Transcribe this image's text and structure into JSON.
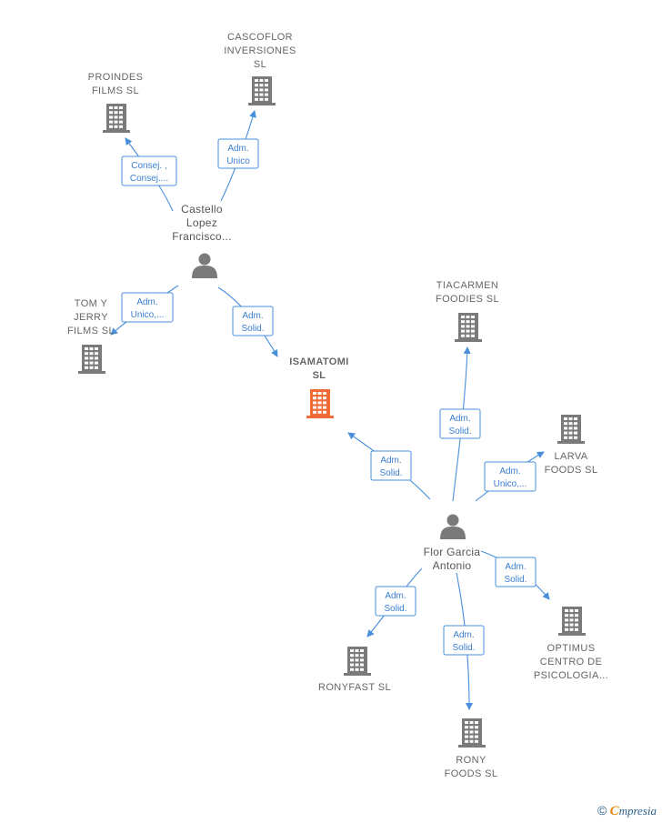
{
  "colors": {
    "company": "#7a7a7a",
    "focus_company": "#f06a35",
    "person": "#7a7a7a",
    "edge": "#4a8fdb",
    "label": "#666666"
  },
  "companies": [
    {
      "id": "isamatomi",
      "lines": [
        "ISAMATOMI",
        "SL"
      ],
      "focus": true
    },
    {
      "id": "proindes",
      "lines": [
        "PROINDES",
        "FILMS SL"
      ],
      "focus": false
    },
    {
      "id": "cascoflor",
      "lines": [
        "CASCOFLOR",
        "INVERSIONES",
        "SL"
      ],
      "focus": false
    },
    {
      "id": "tomyjerry",
      "lines": [
        "TOM Y",
        "JERRY",
        "FILMS SL"
      ],
      "focus": false
    },
    {
      "id": "tiacarmen",
      "lines": [
        "TIACARMEN",
        "FOODIES  SL"
      ],
      "focus": false
    },
    {
      "id": "larva",
      "lines": [
        "LARVA",
        "FOODS  SL"
      ],
      "focus": false
    },
    {
      "id": "optimus",
      "lines": [
        "OPTIMUS",
        "CENTRO DE",
        "PSICOLOGIA..."
      ],
      "focus": false
    },
    {
      "id": "ronyfast",
      "lines": [
        "RONYFAST  SL"
      ],
      "focus": false
    },
    {
      "id": "ronyfoods",
      "lines": [
        "RONY",
        "FOODS SL"
      ],
      "focus": false
    }
  ],
  "persons": [
    {
      "id": "castello",
      "lines": [
        "Castello",
        "Lopez",
        "Francisco..."
      ]
    },
    {
      "id": "flor",
      "lines": [
        "Flor Garcia",
        "Antonio"
      ]
    }
  ],
  "edges": [
    {
      "id": "castello-proindes",
      "lines": [
        "Consej. ,",
        "Consej...."
      ]
    },
    {
      "id": "castello-cascoflor",
      "lines": [
        "Adm.",
        "Unico"
      ]
    },
    {
      "id": "castello-tomyjerry",
      "lines": [
        "Adm.",
        "Unico,..."
      ]
    },
    {
      "id": "castello-isamatomi",
      "lines": [
        "Adm.",
        "Solid."
      ]
    },
    {
      "id": "flor-isamatomi",
      "lines": [
        "Adm.",
        "Solid."
      ]
    },
    {
      "id": "flor-tiacarmen",
      "lines": [
        "Adm.",
        "Solid."
      ]
    },
    {
      "id": "flor-larva",
      "lines": [
        "Adm.",
        "Unico,..."
      ]
    },
    {
      "id": "flor-optimus",
      "lines": [
        "Adm.",
        "Solid."
      ]
    },
    {
      "id": "flor-ronyfast",
      "lines": [
        "Adm.",
        "Solid."
      ]
    },
    {
      "id": "flor-ronyfoods",
      "lines": [
        "Adm.",
        "Solid."
      ]
    }
  ],
  "brand": {
    "copyright": "©",
    "initial": "C",
    "rest": "mpresia"
  }
}
